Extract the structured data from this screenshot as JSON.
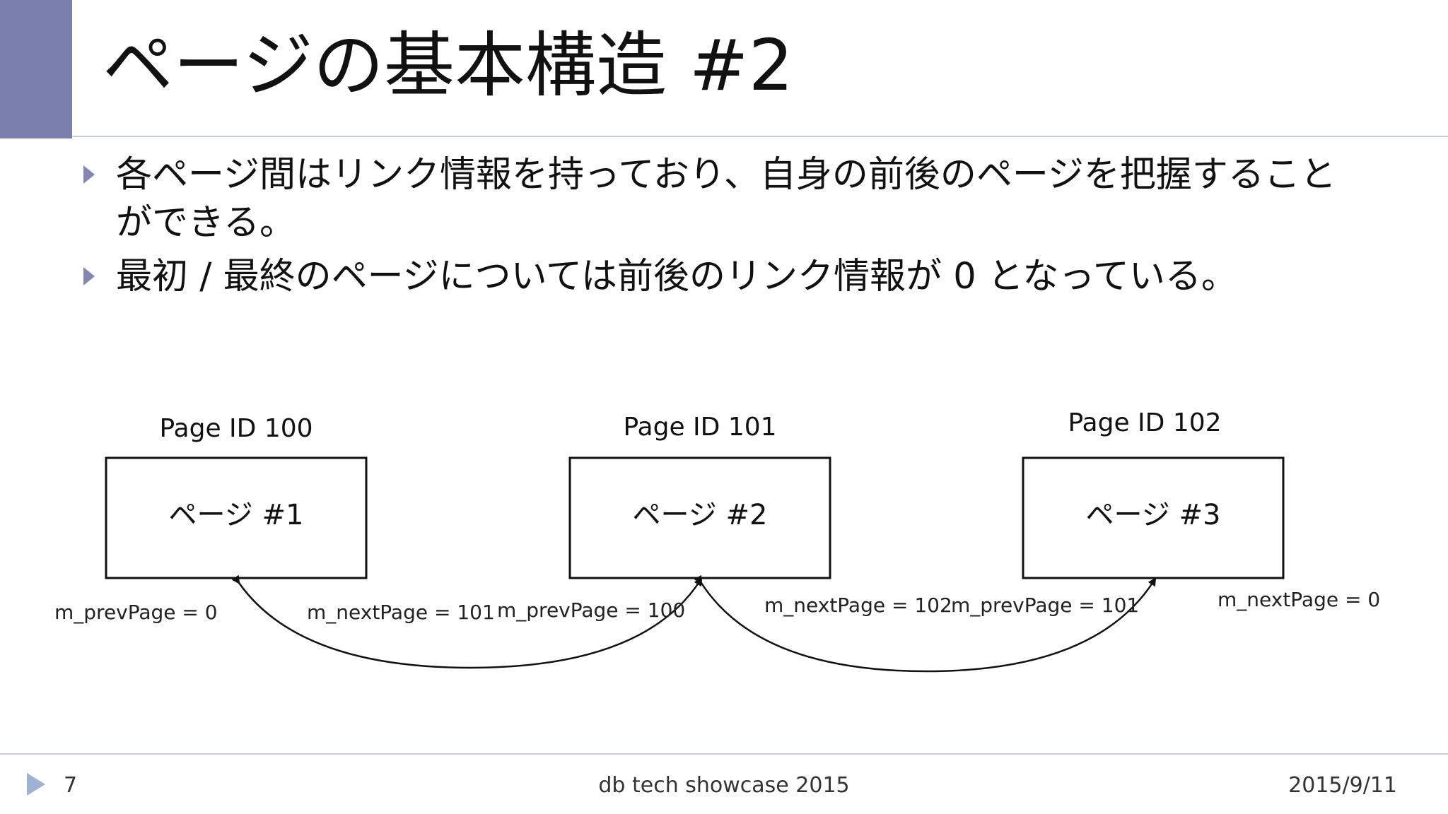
{
  "title": "ページの基本構造 #2",
  "bullets": [
    "各ページ間はリンク情報を持っており、自身の前後のページを把握することができる。",
    "最初 / 最終のページについては前後のリンク情報が 0 となっている。"
  ],
  "diagram": {
    "pages": [
      {
        "id_label": "Page ID 100",
        "name": "ページ #1",
        "prev_label": "m_prevPage = 0",
        "next_label": "m_nextPage = 101"
      },
      {
        "id_label": "Page ID 101",
        "name": "ページ #2",
        "prev_label": "m_prevPage = 100",
        "next_label": "m_nextPage = 102"
      },
      {
        "id_label": "Page ID 102",
        "name": "ページ #3",
        "prev_label": "m_prevPage = 101",
        "next_label": "m_nextPage = 0"
      }
    ]
  },
  "footer": {
    "page_number": "7",
    "event": "db tech showcase 2015",
    "date": "2015/9/11"
  },
  "colors": {
    "accent": "#7a7fad",
    "bullet": "#8388b0",
    "rule": "#c9d0da",
    "footer_arrow": "#9fb2d4"
  }
}
